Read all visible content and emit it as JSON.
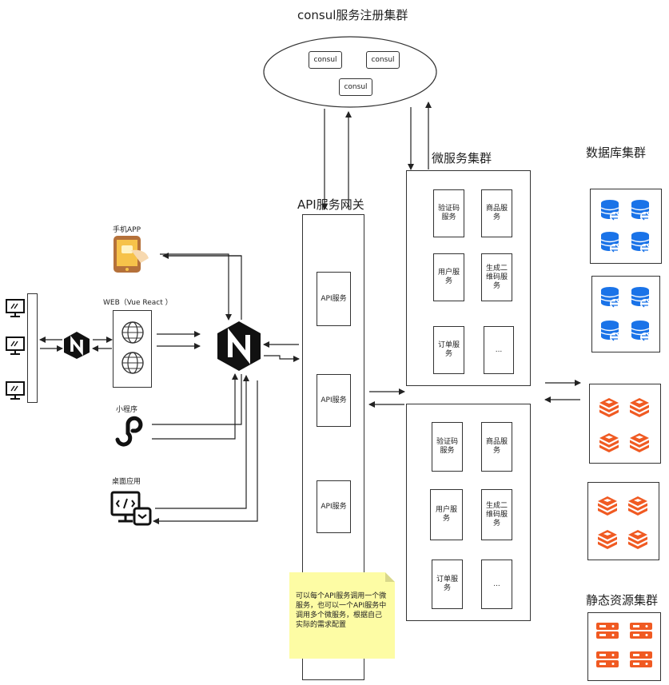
{
  "consul_cluster": {
    "title": "consul服务注册集群",
    "nodes": [
      "consul",
      "consul",
      "consul"
    ]
  },
  "gateway": {
    "title": "API服务网关",
    "services": [
      "API服务",
      "API服务",
      "API服务"
    ]
  },
  "microservices": {
    "title": "微服务集群",
    "groups": [
      {
        "services": [
          "验证码服务",
          "商品服务",
          "用户服务",
          "生成二维码服务",
          "订单服务",
          "..."
        ]
      },
      {
        "services": [
          "验证码服务",
          "商品服务",
          "用户服务",
          "生成二维码服务",
          "订单服务",
          "..."
        ]
      }
    ]
  },
  "clients": {
    "mobile_app": "手机APP",
    "web": "WEB（Vue React ）",
    "mini_program": "小程序",
    "desktop": "桌面应用"
  },
  "database_cluster": {
    "title": "数据库集群"
  },
  "static_cluster": {
    "title": "静态资源集群"
  },
  "note": {
    "text": "可以每个API服务调用一个微服务，也可以一个API服务中调用多个微服务，根据自己实际的需求配置"
  },
  "colors": {
    "nginx": "#111111",
    "db_blue": "#1a73e8",
    "cache_orange": "#f05a22",
    "note_yellow": "#fdfca4"
  },
  "icons": [
    "monitor-icon",
    "nginx-icon",
    "globe-icon",
    "mobile-app-icon",
    "mini-program-icon",
    "desktop-app-icon",
    "database-icon",
    "redis-icon",
    "server-icon"
  ]
}
